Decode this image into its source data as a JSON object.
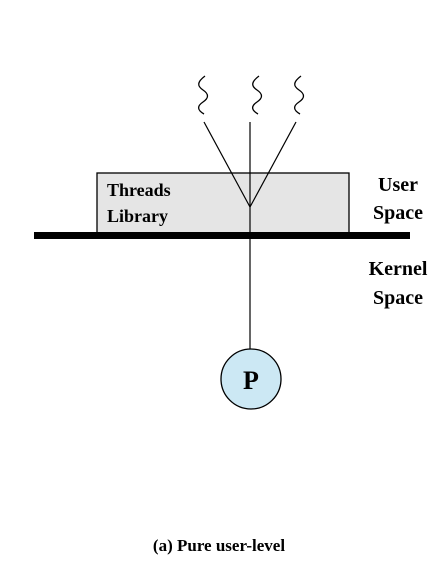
{
  "diagram": {
    "library_box": {
      "line1": "Threads",
      "line2": "Library",
      "fill": "#e5e5e5"
    },
    "user_space": {
      "line1": "User",
      "line2": "Space"
    },
    "kernel_space": {
      "line1": "Kernel",
      "line2": "Space"
    },
    "process": {
      "label": "P",
      "fill": "#cce8f4"
    },
    "caption": "(a) Pure user-level",
    "thread_count": 3
  }
}
